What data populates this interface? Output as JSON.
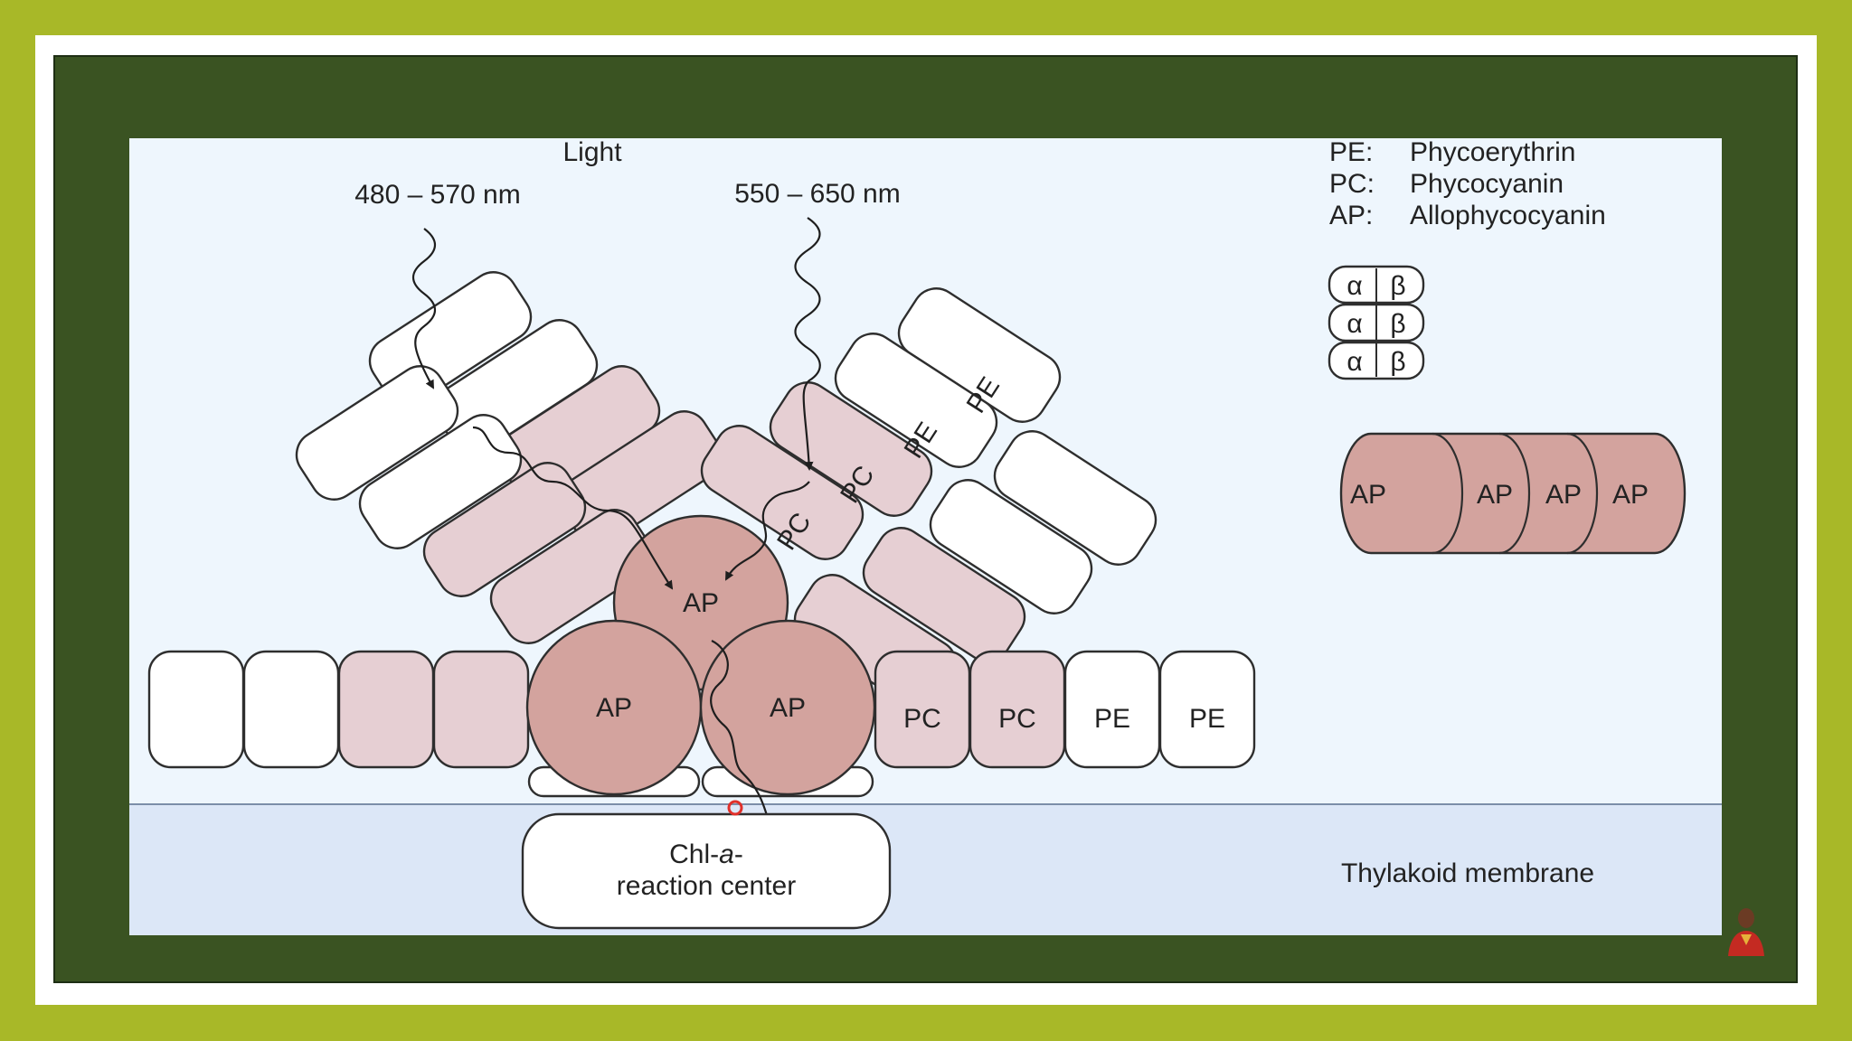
{
  "light": {
    "title": "Light",
    "range_left": "480 – 570 nm",
    "range_right": "550 – 650 nm"
  },
  "legend": {
    "pe": {
      "abbr": "PE:",
      "name": "Phycoerythrin"
    },
    "pc": {
      "abbr": "PC:",
      "name": "Phycocyanin"
    },
    "ap": {
      "abbr": "AP:",
      "name": "Allophycocyanin"
    }
  },
  "subunit_stack": {
    "alpha": "α",
    "beta": "β"
  },
  "ap_cylinder": {
    "labels": [
      "AP",
      "AP",
      "AP",
      "AP"
    ]
  },
  "core": {
    "ap_top": "AP",
    "ap_left": "AP",
    "ap_right": "AP"
  },
  "rods": {
    "right_pc_1": "PC",
    "right_pc_2": "PC",
    "right_pe_1": "PE",
    "right_pe_2": "PE",
    "base_pc_1": "PC",
    "base_pc_2": "PC",
    "base_pe_1": "PE",
    "base_pe_2": "PE"
  },
  "reaction_center": {
    "line1_prefix": "Chl-",
    "line1_italic": "a",
    "line1_suffix": "-",
    "line2": "reaction center"
  },
  "membrane": {
    "label": "Thylakoid membrane"
  },
  "colors": {
    "frame": "#a8b828",
    "board": "#3a5322",
    "diagram_bg": "#eef6fd",
    "membrane": "#dce7f7",
    "pe_white": "#ffffff",
    "pc_pink": "#e6cfd3",
    "ap_dark": "#d3a39e"
  }
}
